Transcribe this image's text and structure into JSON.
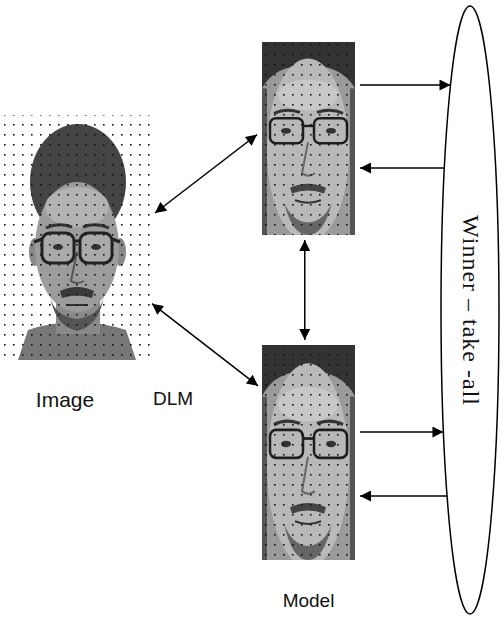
{
  "diagram": {
    "nodes": [
      {
        "text": [
          "Image"
        ]
      },
      {
        "text": []
      },
      {
        "text": [
          "Model"
        ]
      },
      {
        "text": [
          "Winner – take -all"
        ]
      }
    ],
    "edges": [
      {
        "from": 0,
        "to": 1,
        "arrow": "both"
      },
      {
        "from": 0,
        "to": 2,
        "arrow": "both"
      },
      {
        "from": 1,
        "to": 2,
        "arrow": "both"
      },
      {
        "from": 1,
        "to": 3,
        "arrow": "to"
      },
      {
        "from": 3,
        "to": 1,
        "arrow": "to"
      },
      {
        "from": 2,
        "to": 3,
        "arrow": "to"
      },
      {
        "from": 3,
        "to": 2,
        "arrow": "to"
      }
    ],
    "labels": [
      "DLM"
    ]
  }
}
